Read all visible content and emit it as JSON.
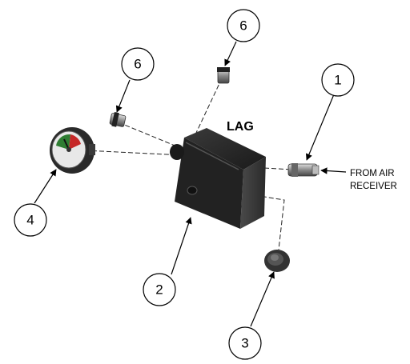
{
  "label": "LAG",
  "source_line1": "FROM AIR",
  "source_line2": "RECEIVER",
  "balloons": [
    "1",
    "2",
    "3",
    "4",
    "6",
    "6"
  ]
}
